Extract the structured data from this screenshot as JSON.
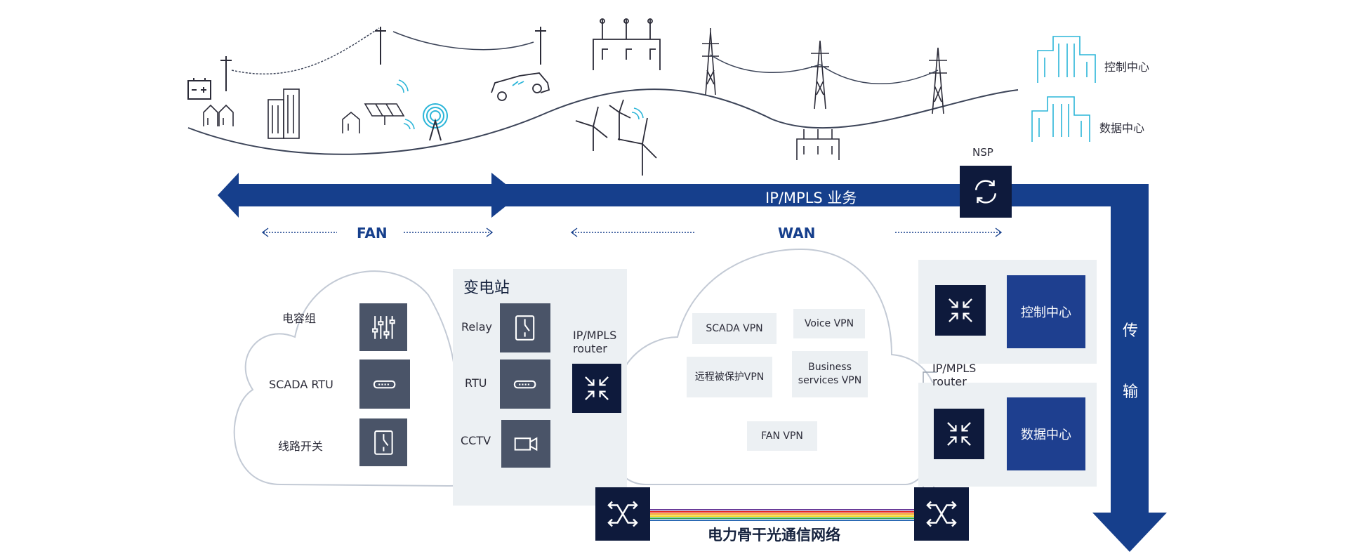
{
  "top": {
    "control_center": "控制中心",
    "data_center": "数据中心",
    "nsp": "NSP"
  },
  "banner": {
    "ip_mpls_service": "IP/MPLS 业务",
    "fan": "FAN",
    "wan": "WAN",
    "transport_char1": "传",
    "transport_char2": "输"
  },
  "fan_cloud": {
    "items": [
      {
        "label": "电容组",
        "icon": "sliders-icon"
      },
      {
        "label": "SCADA RTU",
        "icon": "rtu-device-icon"
      },
      {
        "label": "线路开关",
        "icon": "switch-icon"
      }
    ]
  },
  "substation": {
    "title": "变电站",
    "items": [
      {
        "label": "Relay",
        "icon": "relay-icon"
      },
      {
        "label": "RTU",
        "icon": "rtu-device-icon"
      },
      {
        "label": "CCTV",
        "icon": "camera-icon"
      }
    ],
    "router_label_1": "IP/MPLS",
    "router_label_2": "router"
  },
  "wan_cloud": {
    "vpns": [
      "SCADA VPN",
      "Voice VPN",
      "远程被保护VPN",
      "Business services VPN",
      "FAN VPN"
    ]
  },
  "right": {
    "router_label_1": "IP/MPLS",
    "router_label_2": "router",
    "control_center": "控制中心",
    "data_center": "数据中心"
  },
  "backbone": {
    "label": "电力骨干光通信网络"
  },
  "colors": {
    "navy": "#163f8c",
    "dark_tile": "#0e1a3c",
    "grey_tile": "#4a5468",
    "panel": "#ecf0f3",
    "cyan": "#2bb5d8"
  }
}
